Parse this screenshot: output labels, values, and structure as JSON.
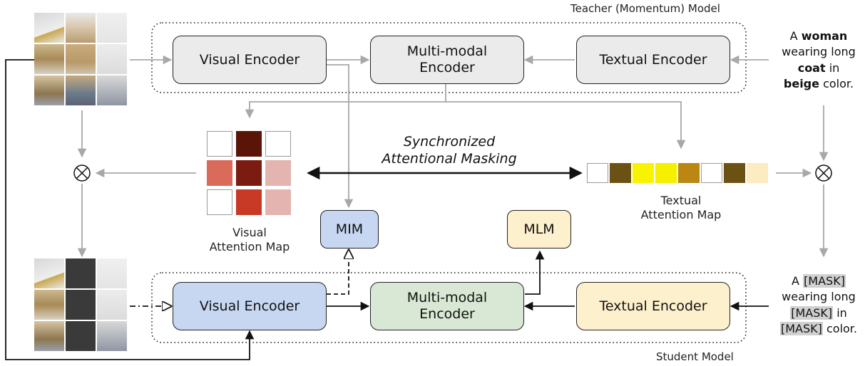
{
  "teacher": {
    "title": "Teacher (Momentum) Model",
    "visual_encoder": "Visual Encoder",
    "multimodal_encoder": [
      "Multi-modal",
      "Encoder"
    ],
    "textual_encoder": "Textual Encoder"
  },
  "student": {
    "title": "Student Model",
    "visual_encoder": "Visual Encoder",
    "multimodal_encoder": [
      "Multi-modal",
      "Encoder"
    ],
    "textual_encoder": "Textual Encoder"
  },
  "heads": {
    "mim": "MIM",
    "mlm": "MLM"
  },
  "sam": [
    "Synchronized",
    "Attentional Masking"
  ],
  "visual_attention": {
    "label": [
      "Visual",
      "Attention Map"
    ],
    "cells": [
      "#ffffff",
      "#5a1408",
      "#ffffff",
      "#da6a5a",
      "#7a1c10",
      "#e4b4b0",
      "#ffffff",
      "#c83a25",
      "#e4b4b0"
    ]
  },
  "textual_attention": {
    "label": [
      "Textual",
      "Attention Map"
    ],
    "cells": [
      "#ffffff",
      "#6b5214",
      "#f8f400",
      "#f4f000",
      "#bb8612",
      "#ffffff",
      "#6b5214",
      "#fdebc2"
    ]
  },
  "caption_original": {
    "lines": [
      [
        {
          "t": "A "
        },
        {
          "t": "woman",
          "b": true
        }
      ],
      [
        {
          "t": "wearing long"
        }
      ],
      [
        {
          "t": "coat",
          "b": true
        },
        {
          "t": " in"
        }
      ],
      [
        {
          "t": "beige",
          "b": true
        },
        {
          "t": " color."
        }
      ]
    ]
  },
  "caption_masked": {
    "lines": [
      [
        {
          "t": "A "
        },
        {
          "t": "[MASK]",
          "m": true
        }
      ],
      [
        {
          "t": "wearing long"
        }
      ],
      [
        {
          "t": "[MASK]",
          "m": true
        },
        {
          "t": " in"
        }
      ],
      [
        {
          "t": "[MASK]",
          "m": true
        },
        {
          "t": " color."
        }
      ]
    ]
  },
  "operators": {
    "multiply": "⊗"
  },
  "student_masked_patches": [
    1,
    4,
    7
  ]
}
